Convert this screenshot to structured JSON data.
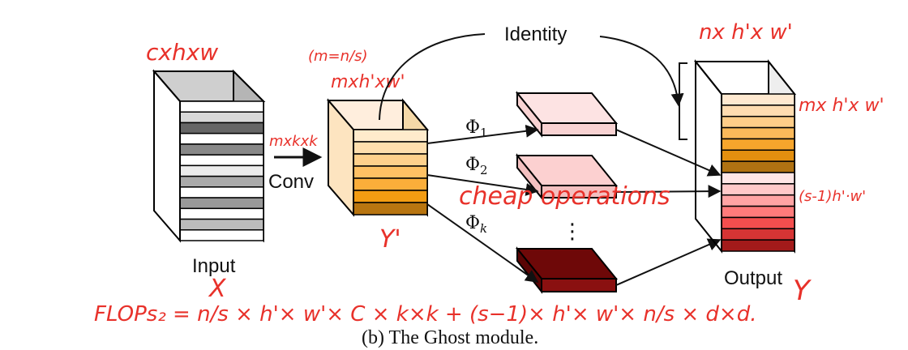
{
  "diagram": {
    "input_label": "Input",
    "conv_label": "Conv",
    "identity_label": "Identity",
    "output_label": "Output",
    "phi1": "Φ",
    "phi1_sub": "1",
    "phi2": "Φ",
    "phi2_sub": "2",
    "phik": "Φ",
    "phik_sub": "k",
    "dots": "⋮",
    "caption": "(b)  The Ghost module."
  },
  "annotations": {
    "input_dims": "cxhxw",
    "m_eq": "(m=n/s)",
    "intrinsic_dims": "mxh'xw'",
    "kernel_dims": "mxkxk",
    "y_prime": "Y'",
    "output_dims": "nx h'x w'",
    "identity_dims": "mx h'x w'",
    "ghost_dims": "(s-1)h'·w'",
    "cheap_ops": "cheap operations",
    "output_y": "Y",
    "flops_x": "X",
    "flops": "FLOPs₂ = n/s × h'× w'× C × k×k + (s−1)× h'× w'× n/s × d×d."
  },
  "colors": {
    "ink": "#e8312a",
    "input_stack": [
      "#ffffff",
      "#d8d8d8",
      "#666666",
      "#ffffff",
      "#888888",
      "#ffffff",
      "#ececec",
      "#aaaaaa",
      "#ffffff",
      "#999999",
      "#ffffff",
      "#bbbbbb",
      "#ffffff"
    ],
    "conv_stack": [
      "#ffebcc",
      "#ffdfae",
      "#ffd18c",
      "#ffc164",
      "#fbae3a",
      "#f39c12",
      "#b87510"
    ],
    "output_stack": [
      "#ffe9d0",
      "#ffdcb0",
      "#ffcd88",
      "#fbb95a",
      "#f6a52c",
      "#e38f0f",
      "#b07212",
      "#ffe6e6",
      "#ffc9c9",
      "#ffa4a4",
      "#ff7b7b",
      "#f44e4e",
      "#d63434",
      "#a31a1a"
    ],
    "ghost_maps": [
      "#fde3e3",
      "#fcd0d0",
      "#7a0a0a"
    ]
  }
}
